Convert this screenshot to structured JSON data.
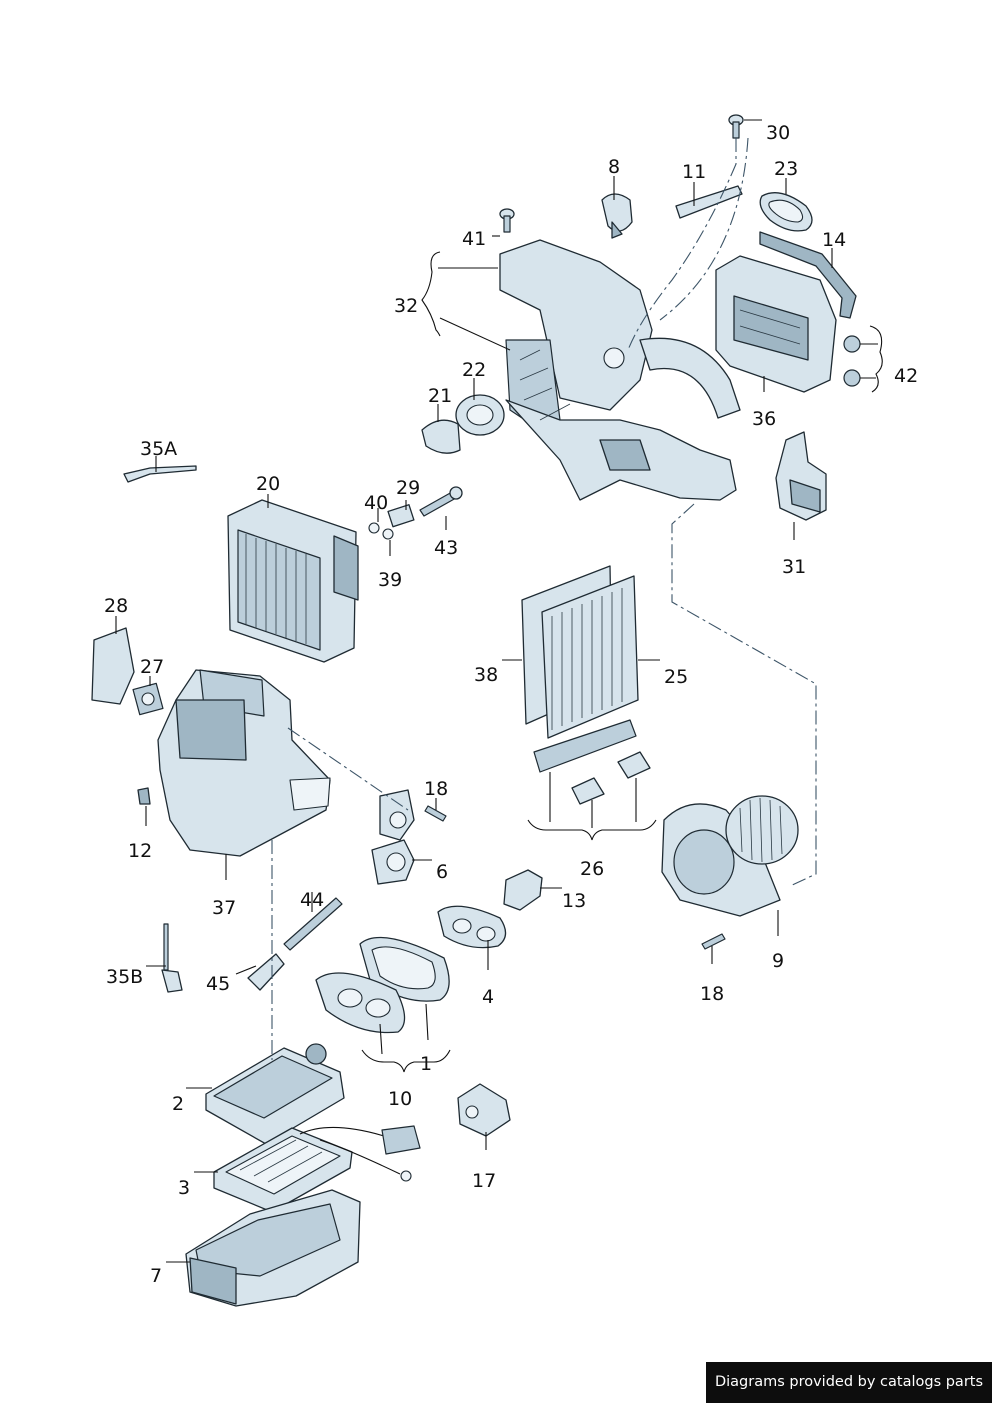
{
  "diagram": {
    "callouts": [
      {
        "id": "30",
        "text": "30"
      },
      {
        "id": "8",
        "text": "8"
      },
      {
        "id": "11",
        "text": "11"
      },
      {
        "id": "23",
        "text": "23"
      },
      {
        "id": "41",
        "text": "41"
      },
      {
        "id": "14",
        "text": "14"
      },
      {
        "id": "32",
        "text": "32"
      },
      {
        "id": "42",
        "text": "42"
      },
      {
        "id": "36",
        "text": "36"
      },
      {
        "id": "22",
        "text": "22"
      },
      {
        "id": "21",
        "text": "21"
      },
      {
        "id": "35A",
        "text": "35A"
      },
      {
        "id": "20",
        "text": "20"
      },
      {
        "id": "29",
        "text": "29"
      },
      {
        "id": "40",
        "text": "40"
      },
      {
        "id": "43",
        "text": "43"
      },
      {
        "id": "39",
        "text": "39"
      },
      {
        "id": "31",
        "text": "31"
      },
      {
        "id": "28",
        "text": "28"
      },
      {
        "id": "27",
        "text": "27"
      },
      {
        "id": "38",
        "text": "38"
      },
      {
        "id": "25",
        "text": "25"
      },
      {
        "id": "18a",
        "text": "18"
      },
      {
        "id": "12",
        "text": "12"
      },
      {
        "id": "6",
        "text": "6"
      },
      {
        "id": "26",
        "text": "26"
      },
      {
        "id": "37",
        "text": "37"
      },
      {
        "id": "13",
        "text": "13"
      },
      {
        "id": "44",
        "text": "44"
      },
      {
        "id": "9",
        "text": "9"
      },
      {
        "id": "35B",
        "text": "35B"
      },
      {
        "id": "45",
        "text": "45"
      },
      {
        "id": "4",
        "text": "4"
      },
      {
        "id": "18b",
        "text": "18"
      },
      {
        "id": "1",
        "text": "1"
      },
      {
        "id": "10",
        "text": "10"
      },
      {
        "id": "2",
        "text": "2"
      },
      {
        "id": "17",
        "text": "17"
      },
      {
        "id": "3",
        "text": "3"
      },
      {
        "id": "7",
        "text": "7"
      }
    ]
  },
  "footer": {
    "credit": "Diagrams provided by catalogs parts"
  },
  "colors": {
    "part_fill": "#d7e4ec",
    "part_outline": "#1f2b33",
    "leader_line": "#111111",
    "footer_background": "#0d0d0d",
    "footer_text": "#ffffff"
  }
}
